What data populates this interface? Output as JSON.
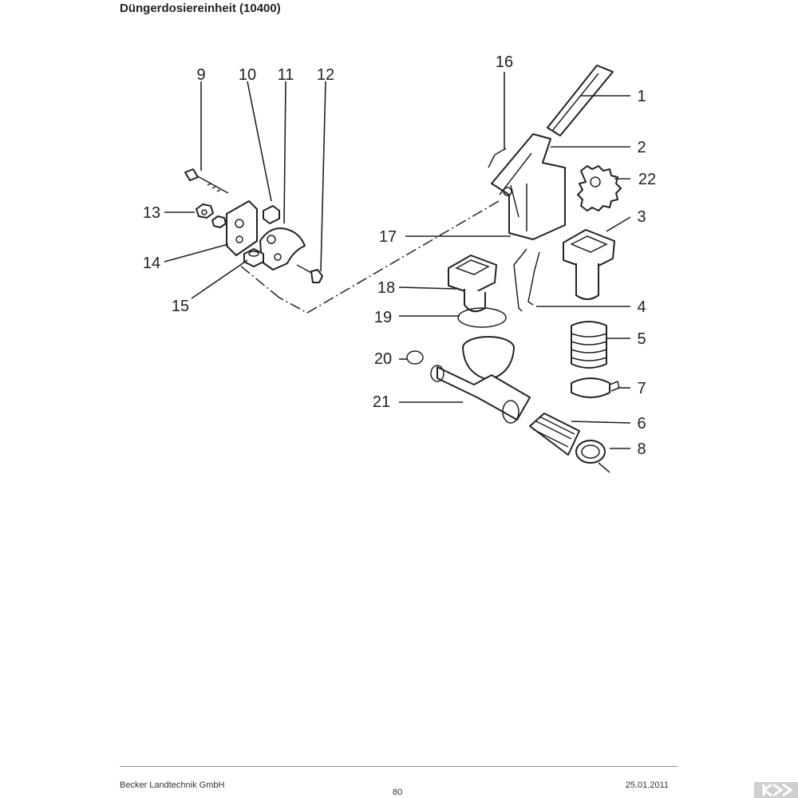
{
  "title": "Düngerdosiereinheit (10400)",
  "callouts": [
    "1",
    "2",
    "3",
    "4",
    "5",
    "6",
    "7",
    "8",
    "9",
    "10",
    "11",
    "12",
    "13",
    "14",
    "15",
    "16",
    "17",
    "18",
    "19",
    "20",
    "21",
    "22"
  ],
  "footer": {
    "company": "Becker Landtechnik GmbH",
    "page": "80",
    "date": "25.01.2011"
  }
}
